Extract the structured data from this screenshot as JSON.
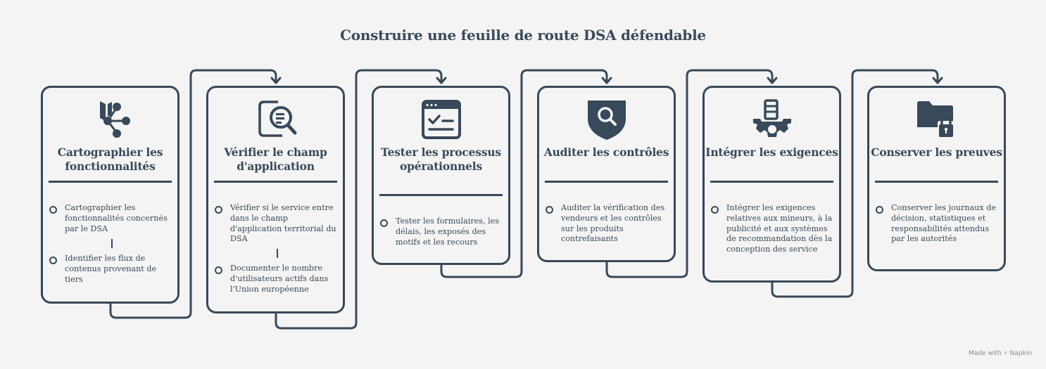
{
  "title": "Construire une feuille de route DSA défendable",
  "steps": [
    {
      "icon": "map-network-icon",
      "title": "Cartographier les fonctionnalités",
      "items": [
        "Cartographier les fonctionnalités concernés par le DSA",
        "Identifier les flux de contenus provenant de tiers"
      ]
    },
    {
      "icon": "document-search-icon",
      "title": "Vérifier le champ d'application",
      "items": [
        "Vérifier si le service entre dans le champ d'application territorial du DSA",
        "Documenter le nombre d'utilisateurs actifs dans l'Union européenne"
      ]
    },
    {
      "icon": "checklist-window-icon",
      "title": "Tester les processus opérationnels",
      "items": [
        "Tester les formulaires, les délais, les exposés des motifs et les recours"
      ]
    },
    {
      "icon": "shield-search-icon",
      "title": "Auditer les contrôles",
      "items": [
        "Auditer la vérification des vendeurs et les contrôles sur les produits contrefaisants"
      ]
    },
    {
      "icon": "gear-integration-icon",
      "title": "Intégrer les exigences",
      "items": [
        "Intégrer les exigences relatives aux mineurs, à la publicité et aux systèmes de recommandation dès la conception des service"
      ]
    },
    {
      "icon": "locked-folder-icon",
      "title": "Conserver les preuves",
      "items": [
        "Conserver les journaux de décision, statistiques et responsabilités attendus par les autorités"
      ]
    }
  ],
  "credit": "Made with ⚡ Napkin",
  "colors": {
    "stroke": "#37495a",
    "background": "#f4f4f4"
  }
}
